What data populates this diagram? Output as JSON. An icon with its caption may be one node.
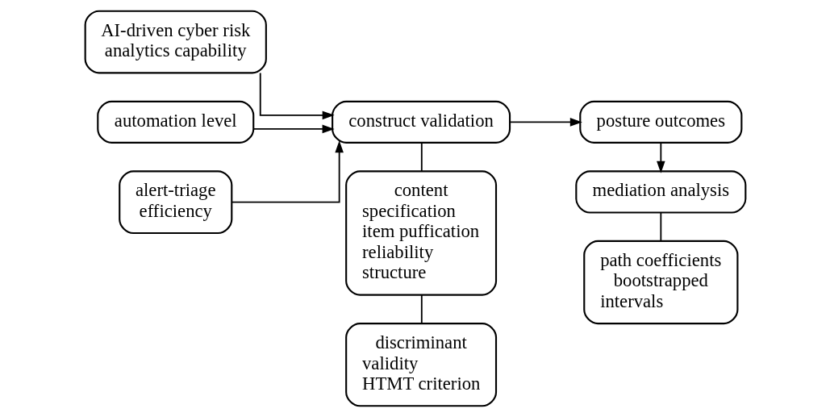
{
  "diagram": {
    "nodes": [
      {
        "text": [
          "AI-driven cyber risk analytics capability"
        ]
      },
      {
        "text": [
          "automation level"
        ]
      },
      {
        "text": [
          "alert-triage efficiency"
        ]
      },
      {
        "text": [
          "construct validation"
        ]
      },
      {
        "text": [
          "content specification",
          "item puffication",
          "reliability",
          "structure"
        ]
      },
      {
        "text": [
          "discriminant validity",
          "HTMT criterion"
        ]
      },
      {
        "text": [
          "posture outcomes"
        ]
      },
      {
        "text": [
          "mediation analysis"
        ]
      },
      {
        "text": [
          "path coefficients",
          "bootstrapped intervals"
        ]
      }
    ],
    "edges": [
      {
        "from": 0,
        "to": 3,
        "arrow": "to"
      },
      {
        "from": 1,
        "to": 3,
        "arrow": "to"
      },
      {
        "from": 2,
        "to": 3,
        "arrow": "to"
      },
      {
        "from": 3,
        "to": 4,
        "arrow": "none"
      },
      {
        "from": 4,
        "to": 5,
        "arrow": "none"
      },
      {
        "from": 3,
        "to": 6,
        "arrow": "to"
      },
      {
        "from": 6,
        "to": 7,
        "arrow": "to"
      },
      {
        "from": 7,
        "to": 8,
        "arrow": "none"
      }
    ]
  }
}
